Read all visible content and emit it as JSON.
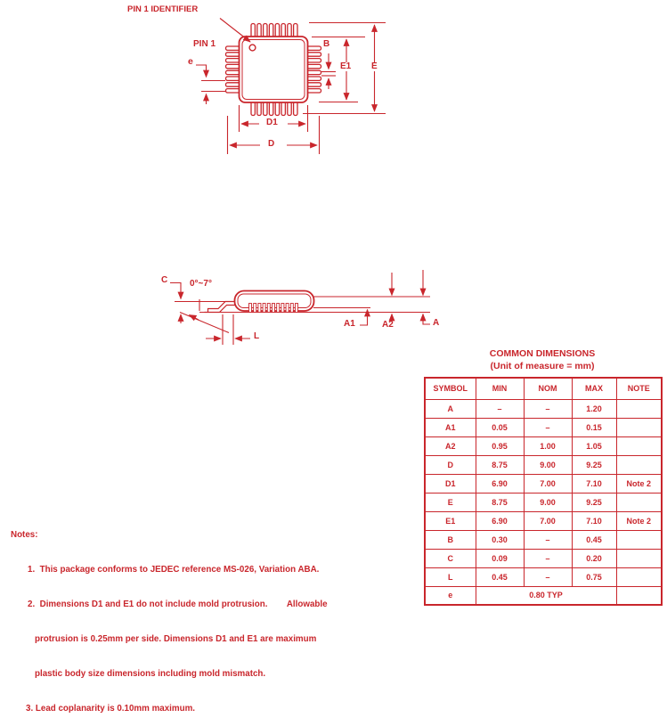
{
  "colors": {
    "accent": "#c9262c",
    "background": "#ffffff"
  },
  "top_view": {
    "pin1_identifier": "PIN 1 IDENTIFIER",
    "pin1": "PIN 1",
    "dim_e": "e",
    "dim_b": "B",
    "dim_e1": "E1",
    "dim_E": "E",
    "dim_d1": "D1",
    "dim_d": "D"
  },
  "side_view": {
    "dim_c": "C",
    "angle": "0°~7°",
    "dim_l": "L",
    "dim_a1": "A1",
    "dim_a2": "A2",
    "dim_a": "A"
  },
  "table": {
    "title": "COMMON DIMENSIONS",
    "subtitle": "(Unit of measure = mm)",
    "headers": [
      "SYMBOL",
      "MIN",
      "NOM",
      "MAX",
      "NOTE"
    ],
    "rows": [
      {
        "symbol": "A",
        "min": "–",
        "nom": "–",
        "max": "1.20",
        "note": ""
      },
      {
        "symbol": "A1",
        "min": "0.05",
        "nom": "–",
        "max": "0.15",
        "note": ""
      },
      {
        "symbol": "A2",
        "min": "0.95",
        "nom": "1.00",
        "max": "1.05",
        "note": ""
      },
      {
        "symbol": "D",
        "min": "8.75",
        "nom": "9.00",
        "max": "9.25",
        "note": ""
      },
      {
        "symbol": "D1",
        "min": "6.90",
        "nom": "7.00",
        "max": "7.10",
        "note": "Note 2"
      },
      {
        "symbol": "E",
        "min": "8.75",
        "nom": "9.00",
        "max": "9.25",
        "note": ""
      },
      {
        "symbol": "E1",
        "min": "6.90",
        "nom": "7.00",
        "max": "7.10",
        "note": "Note 2"
      },
      {
        "symbol": "B",
        "min": "0.30",
        "nom": "–",
        "max": "0.45",
        "note": ""
      },
      {
        "symbol": "C",
        "min": "0.09",
        "nom": "–",
        "max": "0.20",
        "note": ""
      },
      {
        "symbol": "L",
        "min": "0.45",
        "nom": "–",
        "max": "0.75",
        "note": ""
      },
      {
        "symbol": "e",
        "span": "0.80 TYP",
        "note": ""
      }
    ]
  },
  "notes": {
    "title": "Notes:",
    "lines": [
      "1.  This package conforms to JEDEC reference MS-026, Variation ABA.",
      "2.  Dimensions D1 and E1 do not include mold protrusion.        Allowable",
      "protrusion is 0.25mm per side. Dimensions D1 and E1 are maximum",
      "plastic body size dimensions including mold mismatch.",
      "3. Lead coplanarity is 0.10mm maximum."
    ]
  }
}
